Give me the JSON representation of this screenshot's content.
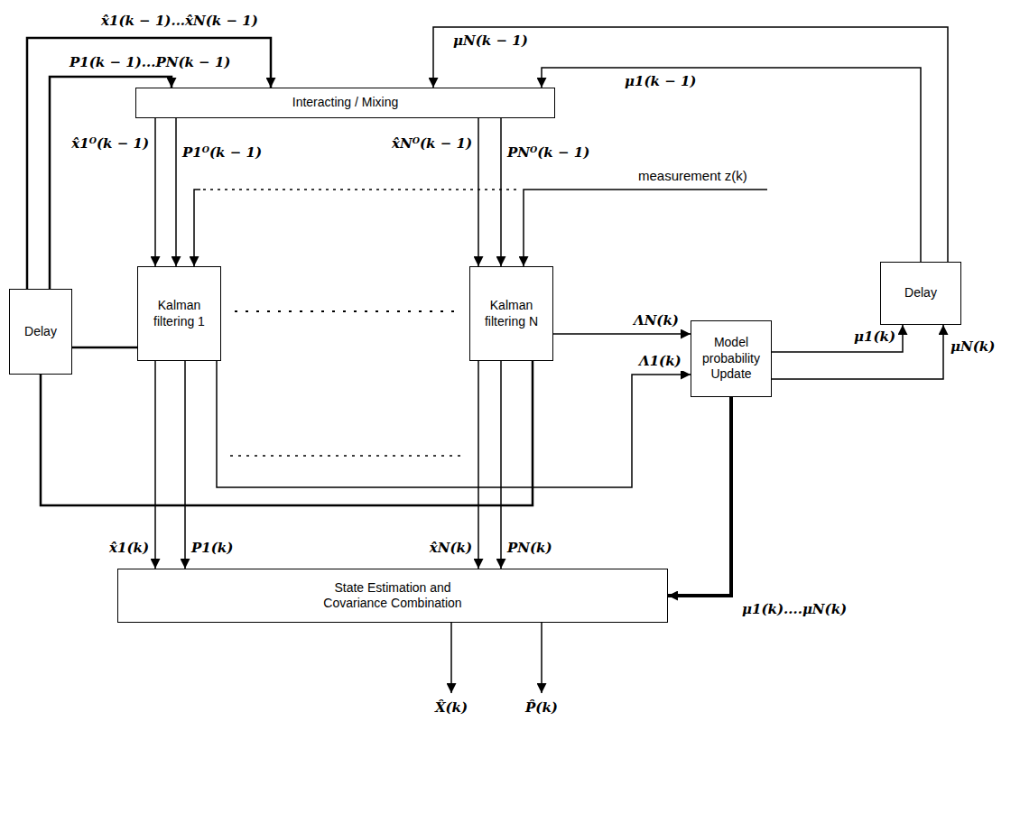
{
  "diagram": {
    "nodes": [
      {
        "text": [
          "Interacting / Mixing"
        ]
      },
      {
        "text": [
          "Delay"
        ]
      },
      {
        "text": [
          "Kalman filtering 1"
        ]
      },
      {
        "text": [
          "Kalman filtering N"
        ]
      },
      {
        "text": [
          "Delay"
        ]
      },
      {
        "text": [
          "Model probability Update"
        ]
      },
      {
        "text": [
          "State Estimation and Covariance Combination"
        ]
      }
    ],
    "edges": [
      {
        "from": 0,
        "to": 2,
        "arrow": "to",
        "label": "x̂1ᴼ(k − 1)"
      },
      {
        "from": 0,
        "to": 2,
        "arrow": "to",
        "label": "P1ᴼ(k − 1)"
      },
      {
        "from": 0,
        "to": 3,
        "arrow": "to",
        "label": "x̂Nᴼ(k − 1)"
      },
      {
        "from": 0,
        "to": 3,
        "arrow": "to",
        "label": "PNᴼ(k − 1)"
      },
      {
        "from": 2,
        "to": 6,
        "arrow": "to",
        "label": "x̂1(k)"
      },
      {
        "from": 2,
        "to": 6,
        "arrow": "to",
        "label": "P1(k)"
      },
      {
        "from": 3,
        "to": 6,
        "arrow": "to",
        "label": "x̂N(k)"
      },
      {
        "from": 3,
        "to": 6,
        "arrow": "to",
        "label": "PN(k)"
      },
      {
        "from": 2,
        "to": 5,
        "arrow": "to",
        "label": "Λ1(k)"
      },
      {
        "from": 3,
        "to": 5,
        "arrow": "to",
        "label": "ΛN(k)"
      },
      {
        "from": 5,
        "to": 4,
        "arrow": "to",
        "label": "μ1(k)"
      },
      {
        "from": 5,
        "to": 4,
        "arrow": "to",
        "label": "μN(k)"
      },
      {
        "from": 4,
        "to": 0,
        "arrow": "to",
        "label": "μ1(k − 1)"
      },
      {
        "from": 4,
        "to": 0,
        "arrow": "to",
        "label": "μN(k − 1)"
      },
      {
        "from": 5,
        "to": 6,
        "arrow": "to",
        "label": "μ1(k)....μN(k)"
      },
      {
        "from": 2,
        "to": 1,
        "arrow": "none"
      },
      {
        "from": 3,
        "to": 1,
        "arrow": "none"
      },
      {
        "from": 1,
        "to": 0,
        "arrow": "to",
        "label": "x̂1(k − 1)...x̂N(k − 1)"
      },
      {
        "from": 1,
        "to": 0,
        "arrow": "to",
        "label": "P1(k − 1)...PN(k − 1)"
      }
    ],
    "labels": [
      "measurement z(k)",
      "X̂(k)",
      "P̂(k)"
    ]
  }
}
